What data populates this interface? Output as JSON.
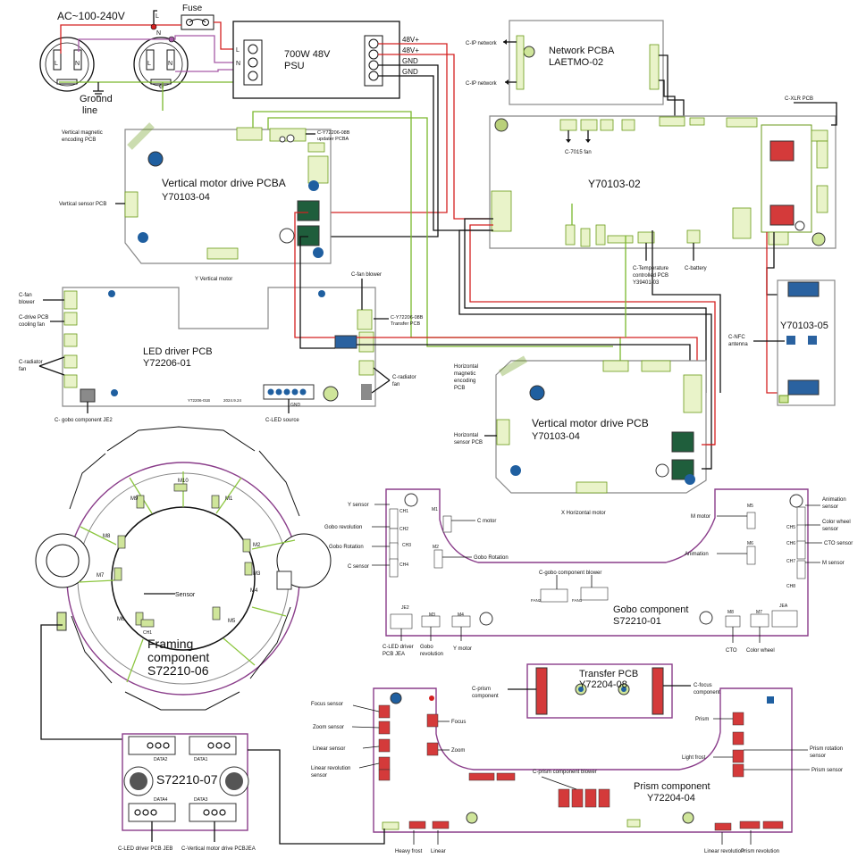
{
  "power": {
    "ac_label": "AC~100-240V",
    "fuse_label": "Fuse",
    "ground_line": "Ground\nline",
    "l": "L",
    "n": "N",
    "g": "G"
  },
  "psu": {
    "label": "700W 48V\nPSU",
    "terms": [
      "48V+",
      "48V+",
      "GND",
      "GND"
    ],
    "lng": [
      "L",
      "N"
    ]
  },
  "network": {
    "title": "Network PCBA\nLAETMO-02",
    "cip1": "C-IP network",
    "cip2": "C-IP network"
  },
  "main_board": {
    "title": "Y70103-02",
    "fan": "C-7015 fan",
    "temp": "C-Temperature\ncontrolled PCB\nY39401-03",
    "battery": "C-battery",
    "xlr": "C-XLR PCB"
  },
  "vm_board": {
    "title": "Vertical motor drive PCBA\nY70103-04",
    "vme": "Vertical magnetic\nencoding PCB",
    "vs": "Vertical sensor PCB",
    "vmotor": "Y Vertical motor",
    "updater": "C-Y72206-08B\nupdater PCBA"
  },
  "led_board": {
    "title": "LED driver PCB\nY72206-01",
    "fan_blower": "C-fan\nblower",
    "drive_fan": "C-drive PCB\ncooling fan",
    "rad_fan": "C-radiator\nfan",
    "gobo_je2": "C- gobo component JE2",
    "led_source": "C-LED source",
    "fan_blower_r": "C-fan blower",
    "transfer": "C-Y72206-08B\nTransfer PCB",
    "rad_fan_r": "C-radiator\nfan",
    "small1": "Y72206-01B",
    "small2": "2024.9.24",
    "gnd": "GND"
  },
  "hm_board": {
    "title": "Vertical motor drive PCB\nY70103-04",
    "hme": "Horizontal\nmagnetic\nencoding\nPCB",
    "hs": "Horizontal\nsensor PCB",
    "hmotor": "X Horizontal motor"
  },
  "nfc_board": {
    "title": "Y70103-05",
    "nfc": "C-NFC\nantenna"
  },
  "framing": {
    "title": "Framing\ncomponent\nS72210-06",
    "sensor": "Sensor",
    "motors": [
      "M10",
      "M1",
      "M2",
      "M3",
      "M4",
      "M5",
      "M6",
      "M7",
      "M8",
      "M9"
    ],
    "ch1": "CH1"
  },
  "gobo": {
    "title": "Gobo component\nS72210-01",
    "left": [
      "Y sensor",
      "Gobo revolution",
      "Gobo Rotation",
      "C sensor"
    ],
    "cmotor": "C motor",
    "gobo_rot": "Gobo Rotation",
    "blower": "C-gobo component blower",
    "right": [
      "Animation\nsensor",
      "Color wheel\nsensor",
      "CTO sensor",
      "M sensor"
    ],
    "m_motor": "M motor",
    "animation": "Animation",
    "bottom": [
      "C-LED driver\nPCB JEA",
      "Gobo\nrevolution",
      "Y motor",
      "CTO",
      "Color wheel"
    ],
    "chs": [
      "CH1",
      "CH2",
      "CH3",
      "CH4",
      "CH5",
      "CH6",
      "CH7",
      "CH8"
    ],
    "ms": [
      "M1",
      "M2",
      "M3",
      "M4",
      "M5",
      "M6",
      "M7",
      "M8"
    ],
    "je": [
      "JE2",
      "JEA"
    ],
    "fans": [
      "FAN2",
      "FAN1"
    ]
  },
  "transfer": {
    "title": "Transfer PCB\nY72204-08",
    "prism": "C-prism\ncomponent",
    "focus": "C-focus\ncomponent"
  },
  "prism": {
    "title": "Prism component\nY72204-04",
    "left": [
      "Focus sensor",
      "Zoom sensor",
      "Linear sensor",
      "Linear revolution\nsensor"
    ],
    "focus": "Focus",
    "zoom": "Zoom",
    "blower": "C-prism component blower",
    "right": [
      "Prism",
      "Light frost",
      "Prism rotation\nsensor",
      "Prism sensor"
    ],
    "bottom": [
      "Heavy frost",
      "Linear",
      "Linear revolution",
      "Prism revolution"
    ]
  },
  "s72210": {
    "title": "S72210-07",
    "data": [
      "DATA2",
      "DATA1",
      "DATA4",
      "DATA3"
    ],
    "bl": "C-LED driver PCB JEB",
    "br": "C-Vertical motor drive PCBJEA"
  },
  "colors": {
    "red": "#d42020",
    "black": "#111111",
    "green": "#7ab82c",
    "purple": "#a65aa6",
    "pink": "#8a3d8a"
  }
}
